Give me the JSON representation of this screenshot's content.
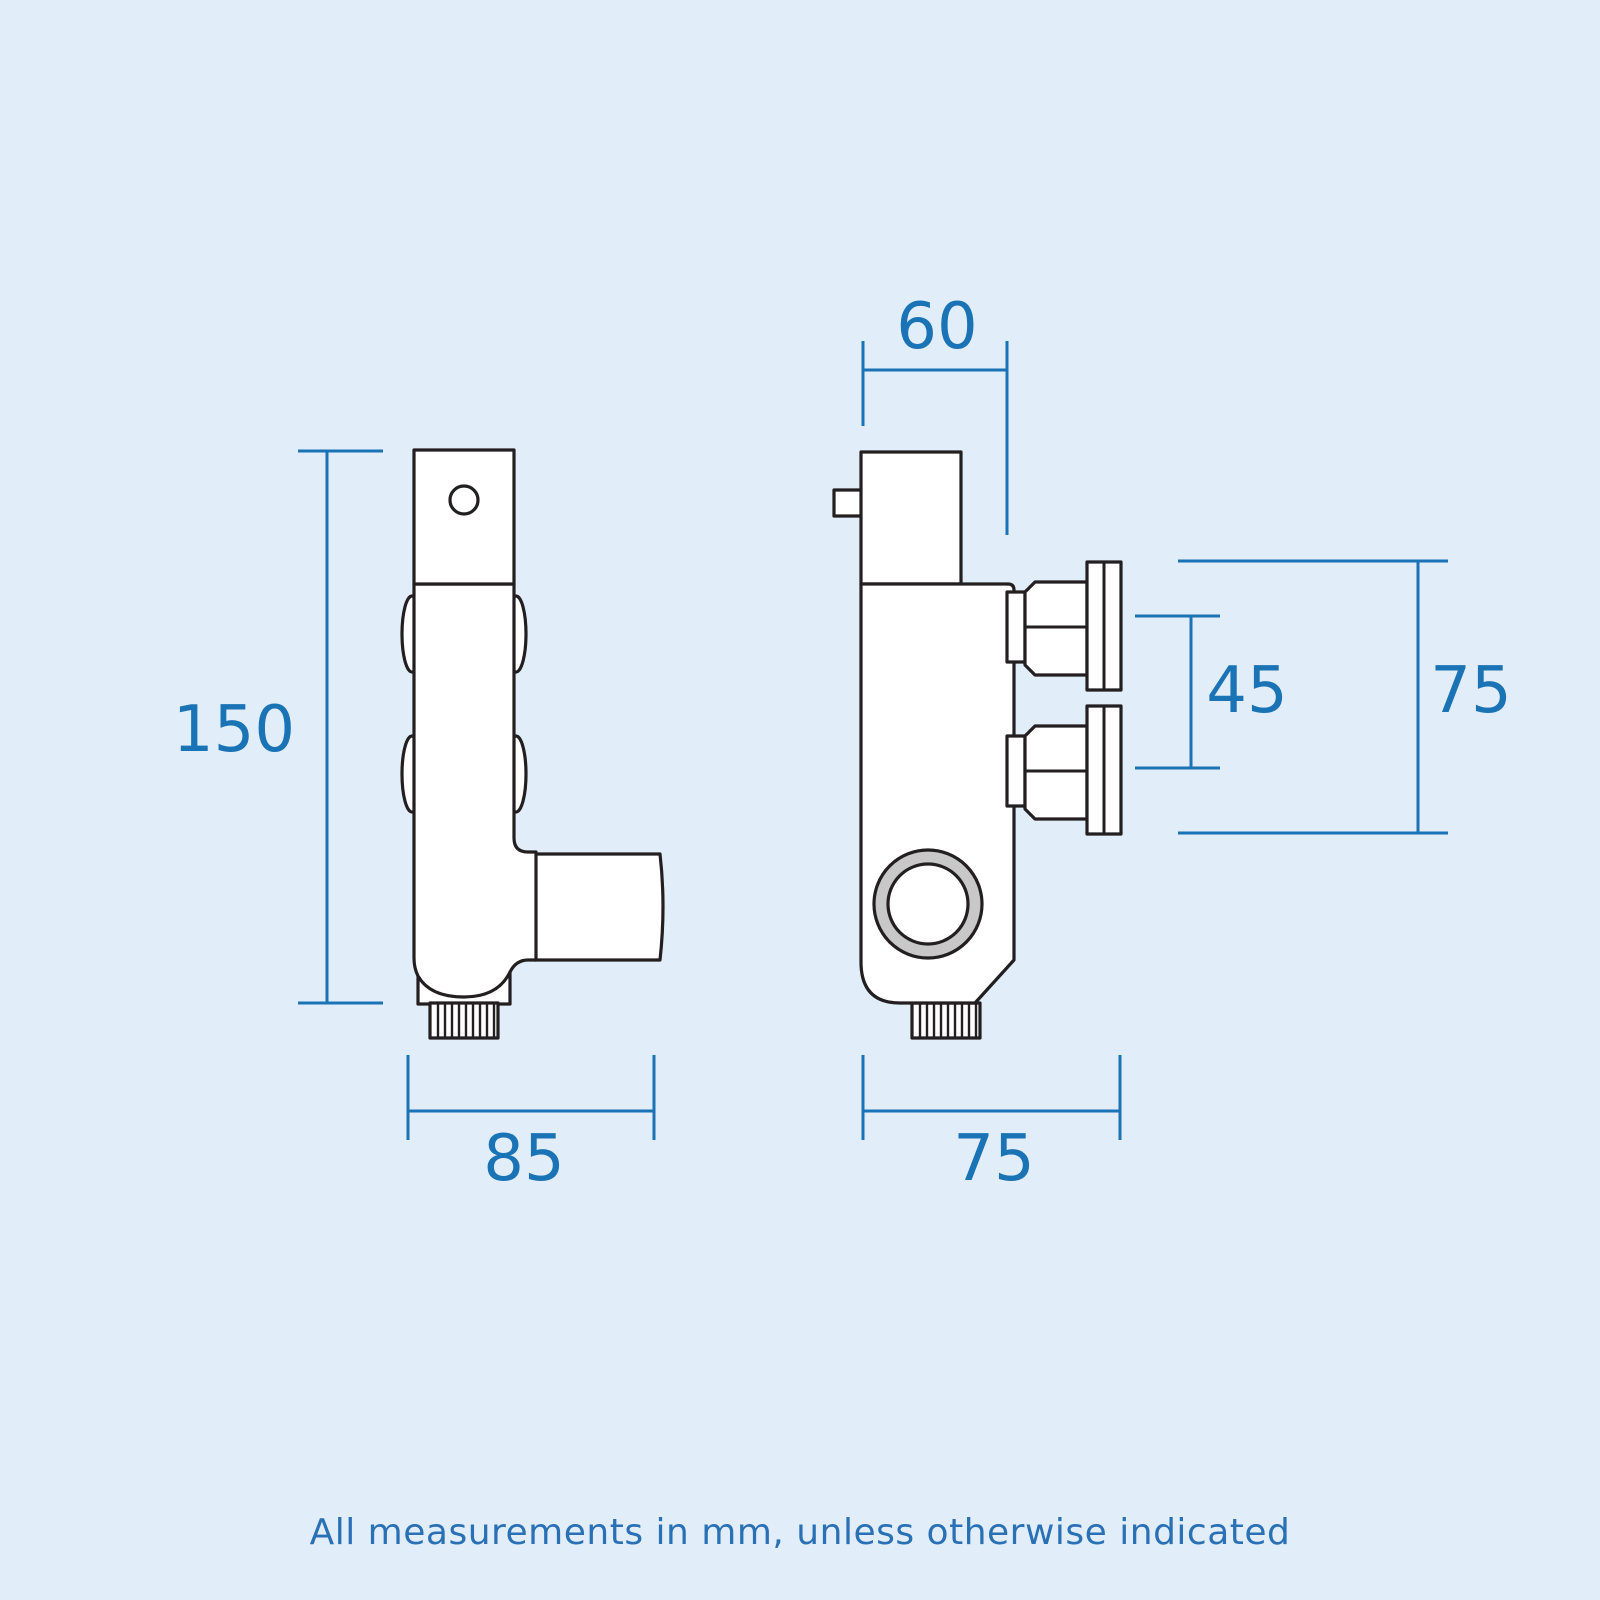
{
  "dimensions": {
    "height": "150",
    "front_width": "85",
    "side_depth": "75",
    "top_offset": "60",
    "inlet_spacing": "45",
    "inlet_span": "75"
  },
  "footnote": "All measurements in mm, unless otherwise indicated",
  "colors": {
    "background": "#e1eef9",
    "dimension": "#1a73b5",
    "outline": "#231f20",
    "fill": "#ffffff",
    "ring": "#c8c8c8"
  }
}
